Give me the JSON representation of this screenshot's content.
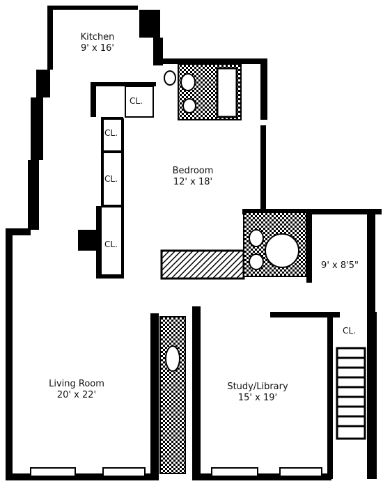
{
  "rooms": {
    "kitchen": {
      "name": "Kitchen",
      "size": "9' x 16'"
    },
    "bedroom": {
      "name": "Bedroom",
      "size": "12' x 18'"
    },
    "small_room": {
      "size": "9' x 8'5\""
    },
    "living_room": {
      "name": "Living Room",
      "size": "20' x 22'"
    },
    "study": {
      "name": "Study/Library",
      "size": "15' x 19'"
    }
  },
  "closets": {
    "label": "CL."
  },
  "colors": {
    "wall": "#000000",
    "background": "#ffffff"
  }
}
